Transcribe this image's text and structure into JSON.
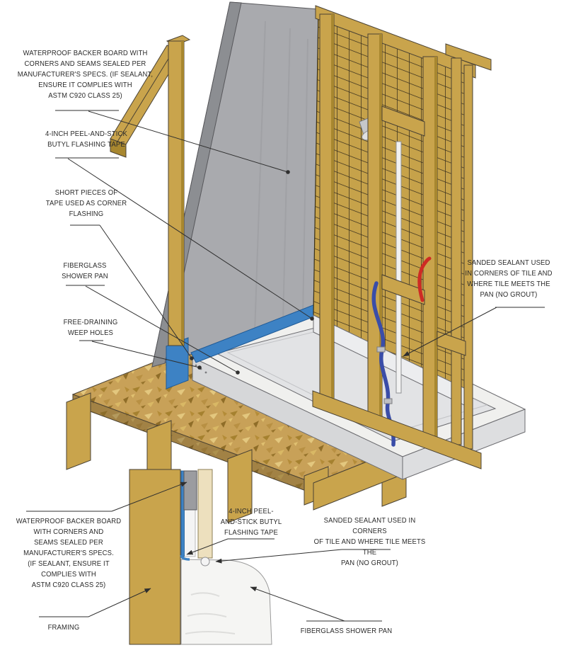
{
  "figure": {
    "title": "Fiberglass shower pan installation diagram",
    "views": {
      "main": "isometric framed shower with fiberglass pan",
      "detail": "section detail of pan flange at wall"
    },
    "labels": {
      "wp_main": "WATERPROOF BACKER BOARD WITH\nCORNERS AND SEAMS SEALED PER\nMANUFACTURER'S SPECS. (IF SEALANT,\nENSURE IT COMPLIES WITH\nASTM C920 CLASS 25)",
      "tape_main": "4-INCH PEEL-AND-STICK\nBUTYL FLASHING TAPE",
      "corner_tape": "SHORT PIECES OF\nTAPE USED AS CORNER\nFLASHING",
      "pan_main": "FIBERGLASS\nSHOWER PAN",
      "weep": "FREE-DRAINING\nWEEP HOLES",
      "sealant_main": "SANDED SEALANT USED\nIN CORNERS OF TILE AND\nWHERE TILE MEETS THE\nPAN (NO GROUT)",
      "wp_detail": "WATERPROOF BACKER BOARD\nWITH CORNERS AND\nSEAMS SEALED PER\nMANUFACTURER'S SPECS.\n(IF SEALANT, ENSURE IT\nCOMPLIES WITH\nASTM C920 CLASS 25)",
      "framing": "FRAMING",
      "tape_detail": "4-INCH PEEL-\nAND-STICK BUTYL\nFLASHING TAPE",
      "sealant_detail": "SANDED SEALANT USED IN CORNERS\nOF TILE AND WHERE TILE MEETS THE\nPAN (NO GROUT)",
      "pan_detail": "FIBERGLASS SHOWER PAN"
    },
    "colors": {
      "wood": "#C9A44C",
      "wood_dark": "#A8872F",
      "backer_board": "#A9AAAE",
      "backer_edge": "#8C8E92",
      "tile": "#C6A24A",
      "flashing_tape": "#3D82C4",
      "pan": "#F0F0EE",
      "pan_shade": "#E2E3E5",
      "osb": "#C8A158",
      "hot_pipe": "#CE2B24",
      "cold_pipe": "#3A4DA8",
      "drain": "#C9A227",
      "leader_line": "#2F2F2F"
    }
  }
}
